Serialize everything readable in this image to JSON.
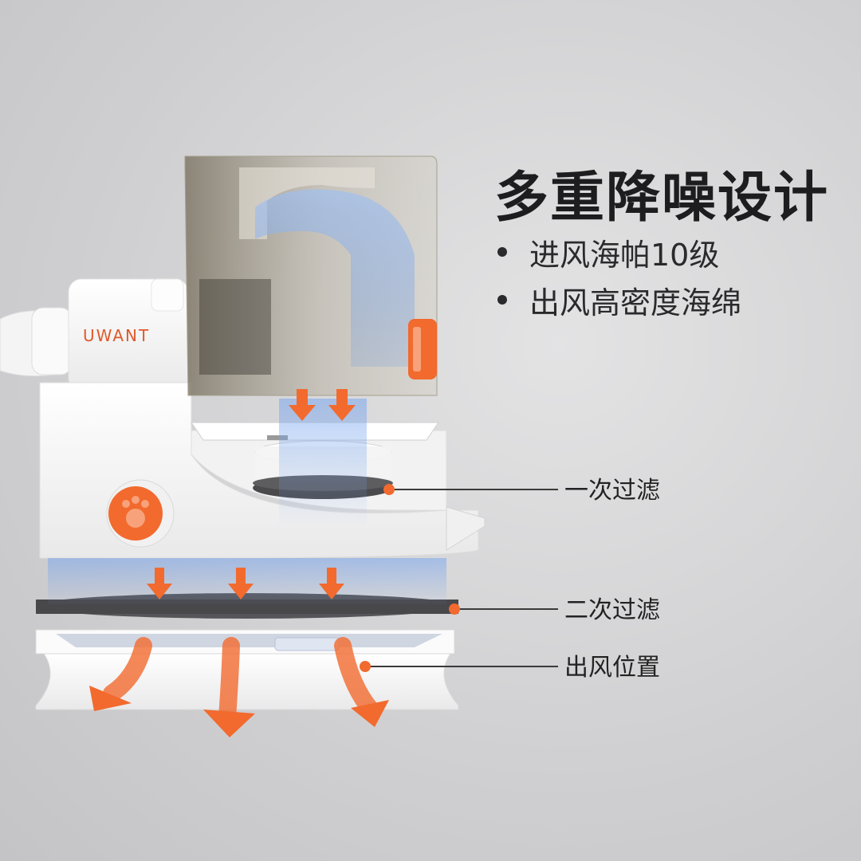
{
  "headline": "多重降噪设计",
  "features": [
    "进风海帕10级",
    "出风高密度海绵"
  ],
  "callouts": [
    "一次过滤",
    "二次过滤",
    "出风位置"
  ],
  "brand": "UWANT",
  "colors": {
    "accent_orange": "#F26A2E",
    "text_dark": "#1D1D1F",
    "body_white": "#F7F7F7",
    "tank_tint": "#8A8374",
    "airflow_blue": "#5B8FE0"
  }
}
